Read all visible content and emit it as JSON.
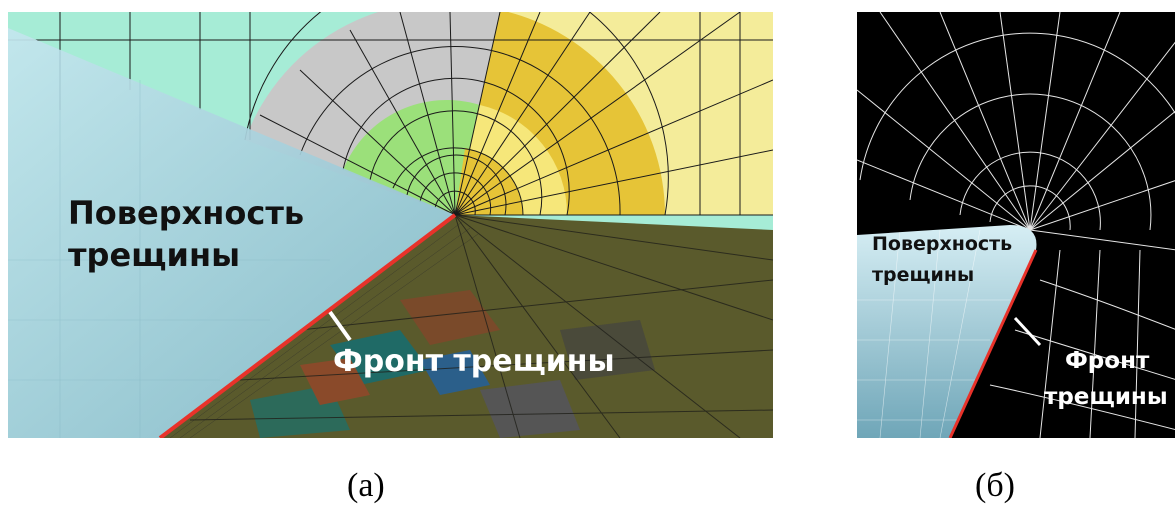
{
  "panel_a": {
    "surface_label_line1": "Поверхность",
    "surface_label_line2": "трещины",
    "front_label": "Фронт трещины",
    "caption": "(а)"
  },
  "panel_b": {
    "surface_label_line1": "Поверхность",
    "surface_label_line2": "трещины",
    "front_label_line1": "Фронт",
    "front_label_line2": "трещины",
    "caption": "(б)"
  },
  "colors": {
    "crack_front": "#e8322a",
    "crack_surface": "#a9d4e0",
    "mesh_black": "#1a1a1a",
    "mesh_white": "#e6e6e6",
    "ring_yellow": "#e6c437",
    "ring_lightyellow": "#f4ec9a",
    "ring_green": "#9be07a",
    "ring_gray": "#c8c8c8",
    "bg_mint": "#a6ecd6",
    "brick_olive": "#5a5a2c"
  }
}
